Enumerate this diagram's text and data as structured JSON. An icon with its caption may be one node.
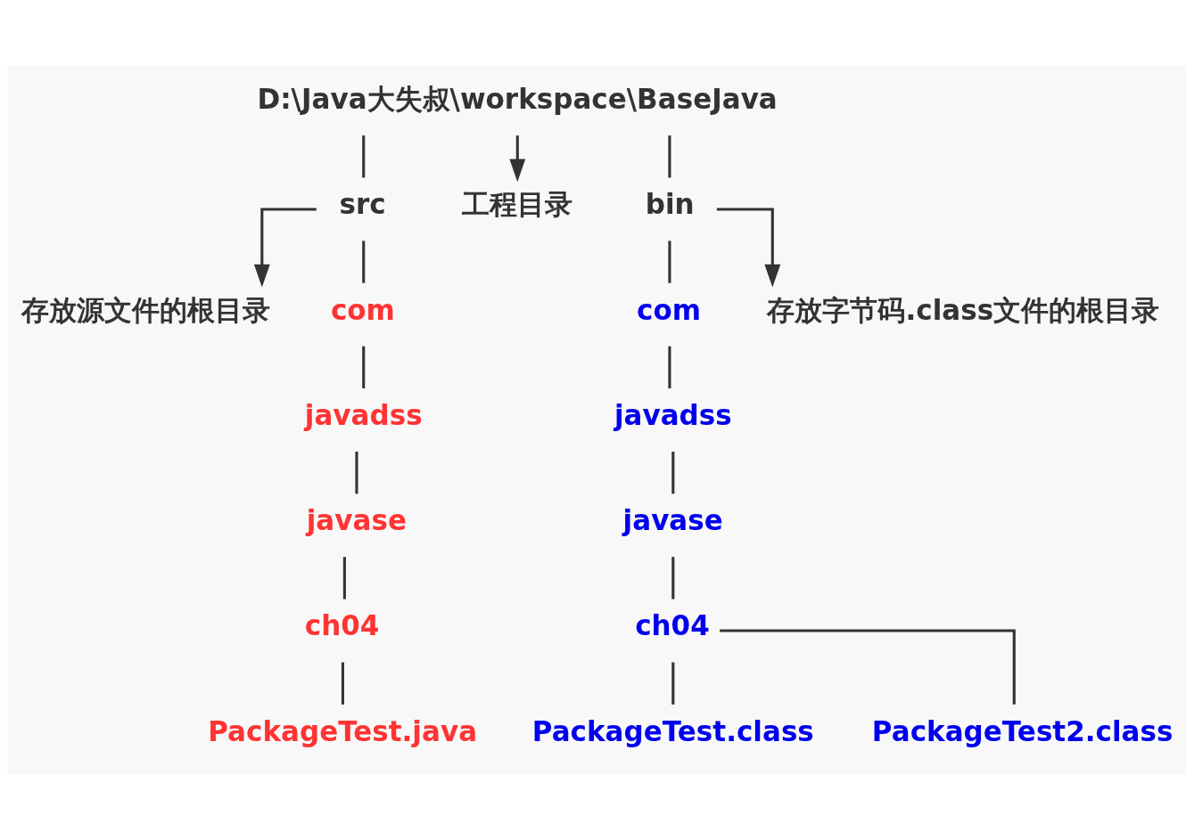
{
  "diagram": {
    "nodes": [
      {
        "text": [
          "D:\\Java大失叔\\workspace\\BaseJava"
        ]
      },
      {
        "text": [
          "存放源文件的根目录"
        ]
      },
      {
        "text": [
          "src"
        ]
      },
      {
        "text": [
          "com"
        ]
      },
      {
        "text": [
          "工程目录"
        ]
      },
      {
        "text": [
          "javadss"
        ]
      },
      {
        "text": [
          "javase"
        ]
      },
      {
        "text": [
          "ch04"
        ]
      },
      {
        "text": [
          "PackageTest.java"
        ]
      },
      {
        "text": [
          "bin"
        ]
      },
      {
        "text": [
          "com"
        ]
      },
      {
        "text": [
          "javadss"
        ]
      },
      {
        "text": [
          "javase"
        ]
      },
      {
        "text": [
          "存放字节码.class文件的根目录"
        ]
      },
      {
        "text": [
          "ch04"
        ]
      },
      {
        "text": [
          "PackageTest.class"
        ]
      },
      {
        "text": [
          "PackageTest2.class"
        ]
      }
    ],
    "edges": [
      {
        "from": 0,
        "to": 4,
        "arrow": "to"
      },
      {
        "from": 0,
        "to": 2,
        "arrow": "none"
      },
      {
        "from": 0,
        "to": 9,
        "arrow": "none"
      },
      {
        "from": 2,
        "to": 1,
        "arrow": "to"
      },
      {
        "from": 2,
        "to": 3,
        "arrow": "none"
      },
      {
        "from": 3,
        "to": 5,
        "arrow": "none"
      },
      {
        "from": 5,
        "to": 6,
        "arrow": "none"
      },
      {
        "from": 6,
        "to": 7,
        "arrow": "none"
      },
      {
        "from": 7,
        "to": 8,
        "arrow": "none"
      },
      {
        "from": 9,
        "to": 13,
        "arrow": "to"
      },
      {
        "from": 9,
        "to": 10,
        "arrow": "none"
      },
      {
        "from": 10,
        "to": 11,
        "arrow": "none"
      },
      {
        "from": 11,
        "to": 12,
        "arrow": "none"
      },
      {
        "from": 12,
        "to": 14,
        "arrow": "none"
      },
      {
        "from": 14,
        "to": 15,
        "arrow": "none"
      },
      {
        "from": 14,
        "to": 16,
        "arrow": "none"
      }
    ]
  }
}
